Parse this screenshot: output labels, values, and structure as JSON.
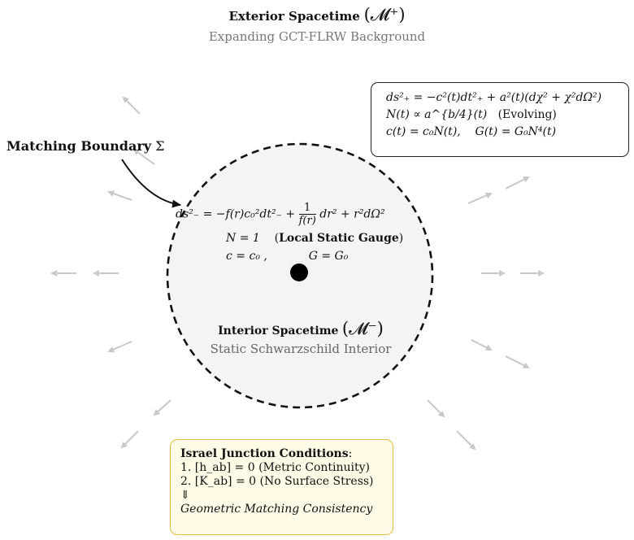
{
  "exterior": {
    "title": "Exterior Spacetime",
    "title_symbol": "(𝓜⁺)",
    "subtitle": "Expanding GCT-FLRW Background"
  },
  "matching": {
    "label": "Matching Boundary",
    "symbol": "Σ"
  },
  "exterior_equations": {
    "line1": "ds²₊ = −c²(t)dt²₊ + a²(t)(dχ² + χ²dΩ²)",
    "line2_eq": "N(t) ∝ a^{b/4}(t)",
    "line2_note": "(Evolving)",
    "line3": "c(t) = c₀N(t),    G(t) = G₀N⁴(t)"
  },
  "interior_equations": {
    "metric_lhs": "ds²₋ = −f(r)c₀²dt²₋ +",
    "metric_frac_num": "1",
    "metric_frac_den": "f(r)",
    "metric_rhs": "dr² + r²dΩ²",
    "gauge_eq": "N = 1",
    "gauge_note": "Local Static Gauge",
    "const_c": "c = c₀ ,",
    "const_g": "G = G₀"
  },
  "interior": {
    "title": "Interior Spacetime",
    "title_symbol": "(𝓜⁻)",
    "subtitle": "Static Schwarzschild Interior"
  },
  "israel": {
    "title": "Israel Junction Conditions",
    "item1_eq": "1. [h_ab] = 0",
    "item1_note": "(Metric Continuity)",
    "item2_eq": "2. [K_ab] = 0",
    "item2_note": "(No Surface Stress)",
    "implies": "⇓",
    "conclusion": "Geometric Matching Consistency"
  },
  "colors": {
    "interior_fill": "#f4f4f4",
    "boundary": "#111111",
    "arrows": "#c8c8c8",
    "israel_fill": "#fffbe6",
    "israel_border": "#e6bc3e"
  }
}
